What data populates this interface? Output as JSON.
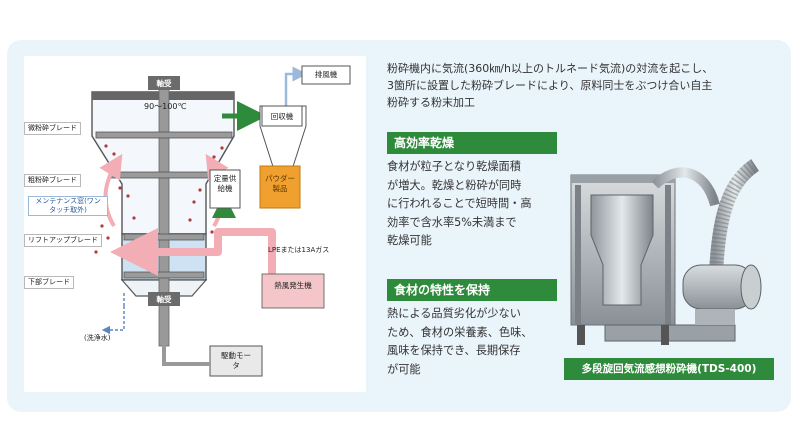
{
  "diagram": {
    "bearing_top": "軸受",
    "bearing_bottom": "軸受",
    "temperature": "90～100℃",
    "exhaust": "排風機",
    "collector": "回収機",
    "powder_product": "パウダー製品",
    "fixed_feeder": "定量供給機",
    "hot_air_generator": "熱風発生機",
    "gas_note": "LPEまたは13Aガス",
    "fine_blade": "微粉砕ブレード",
    "coarse_blade": "粗粉砕ブレード",
    "maintenance_window": "メンテナンス窓(ワンタッチ取外)",
    "liftup_blade": "リフトアップブレード",
    "lower_blade": "下部ブレード",
    "wash_water": "(洗浄水)",
    "drive_motor": "駆動モータ",
    "colors": {
      "arrow_green": "#2e8b3c",
      "hot_air": "#f2aeb4",
      "orange": "#f0a02e",
      "steel": "#6b6b6b"
    }
  },
  "intro": {
    "line1": "粉砕機内に気流(360㎞/h以上のトルネード気流)の対流を起こし、",
    "line2": "3箇所に設置した粉砕ブレードにより、原料同士をぶつけ合い自主",
    "line3": "粉砕する粉末加工"
  },
  "section1": {
    "heading": "高効率乾燥",
    "lines": [
      "食材が粒子となり乾燥面積",
      "が増大。乾燥と粉砕が同時",
      "に行われることで短時間・高",
      "効率で含水率5%未満まで",
      "乾燥可能"
    ]
  },
  "section2": {
    "heading": "食材の特性を保持",
    "lines": [
      "熱による品質劣化が少ない",
      "ため、食材の栄養素、色味、",
      "風味を保持でき、長期保存",
      "が可能"
    ]
  },
  "photo": {
    "caption": "多段旋回気流感想粉砕機(TDS-400)"
  },
  "colors": {
    "panel_bg": "#eaf4fb",
    "heading_bg": "#2e8b3c"
  }
}
